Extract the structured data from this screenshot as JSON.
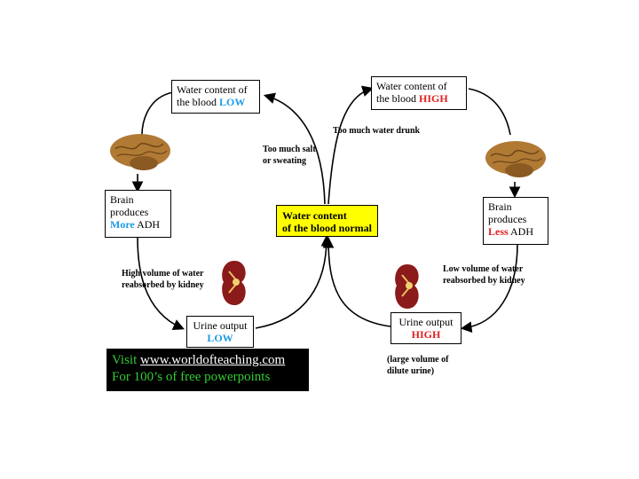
{
  "colors": {
    "low": "#1a9be6",
    "high": "#e02020",
    "normal_fill": "#ffff00",
    "banner_green": "#33cc33"
  },
  "left_cycle": {
    "water_low": {
      "line1": "Water content of",
      "line2_prefix": "the blood ",
      "level": "LOW"
    },
    "brain": {
      "line1": "Brain",
      "line2": "produces",
      "emph": "More",
      "suffix": " ADH"
    },
    "reabsorb_label": {
      "line1": "High volume of water",
      "line2": "reabsorbed by kidney"
    },
    "urine": {
      "line1": "Urine output",
      "level": "LOW"
    },
    "trigger": {
      "line1": "Too much salt",
      "line2": "or sweating"
    }
  },
  "right_cycle": {
    "water_high": {
      "line1": "Water content of",
      "line2_prefix": "the blood ",
      "level": "HIGH"
    },
    "trigger": "Too much water drunk",
    "brain": {
      "line1": "Brain",
      "line2": "produces",
      "emph": "Less",
      "suffix": " ADH"
    },
    "reabsorb_label": {
      "line1": "Low volume of water",
      "line2": "reabsorbed by kidney"
    },
    "urine": {
      "line1": "Urine output",
      "level": "HIGH"
    },
    "note": {
      "line1": "(large volume of",
      "line2": "dilute urine)"
    }
  },
  "center": {
    "line1": "Water content",
    "line2": "of the blood normal"
  },
  "banner": {
    "visit": "Visit ",
    "url": "www.worldofteaching.com",
    "line2": "For 100’s of free powerpoints"
  },
  "icons": [
    "brain-icon",
    "kidney-icon"
  ]
}
